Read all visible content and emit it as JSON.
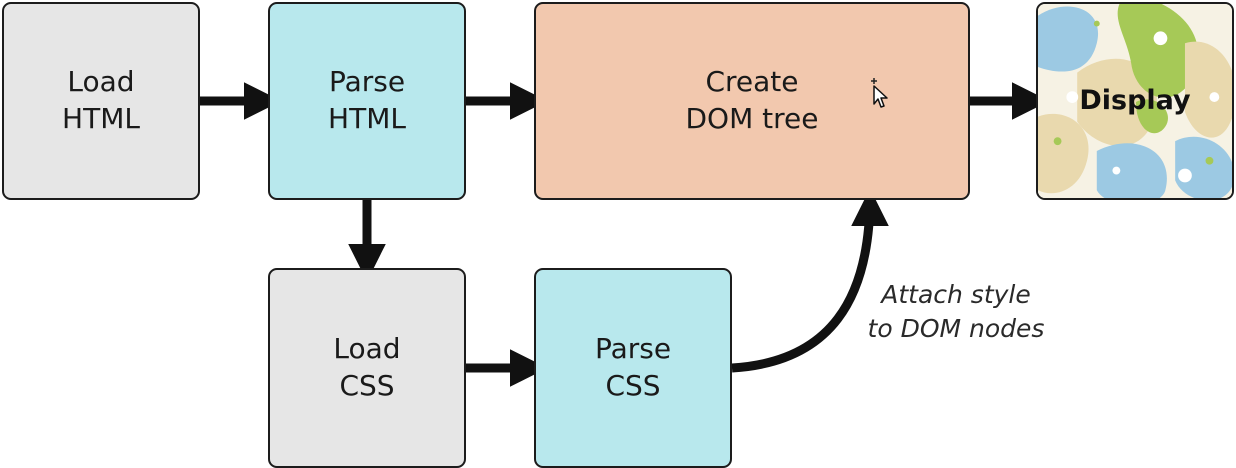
{
  "diagram": {
    "nodes": {
      "load_html": {
        "line1": "Load",
        "line2": "HTML"
      },
      "parse_html": {
        "line1": "Parse",
        "line2": "HTML"
      },
      "create_dom": {
        "line1": "Create",
        "line2": "DOM tree"
      },
      "display": {
        "label": "Display"
      },
      "load_css": {
        "line1": "Load",
        "line2": "CSS"
      },
      "parse_css": {
        "line1": "Parse",
        "line2": "CSS"
      }
    },
    "annotation": {
      "line1": "Attach style",
      "line2": "to DOM nodes"
    },
    "colors": {
      "load": "#e6e6e6",
      "parse": "#b8e8ed",
      "create": "#f2c8ae",
      "stroke": "#1c1c1c"
    }
  }
}
